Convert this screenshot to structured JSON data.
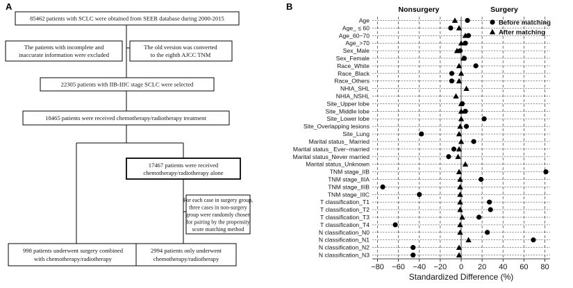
{
  "panel_a": {
    "label": "A",
    "boxes": {
      "total": "85462 patients with SCLC were obtained from SEER database during 2000-2015",
      "excluded": [
        "The patients with incomplete and",
        "inaccurate information were excluded"
      ],
      "converted": [
        "The old version was converted",
        "to the eighth AJCC TNM"
      ],
      "selected": "22305 patients with IIB-IIIC stage SCLC were selected",
      "chemo": "18465 patients were received chemotherapy/radiotherapy treatment",
      "alone": [
        "17467 patients were received",
        "chemotherapy/radiotherapy alone"
      ],
      "matching": [
        "For each case in surgery group,",
        "three cases in non-surgery",
        "group were randomly chosen",
        "for pairing by the propensity",
        "score matching method"
      ],
      "surgery": [
        "998 patients underwent surgery combined",
        "with chemotherapy/radiotherapy"
      ],
      "nonsurgery": [
        "2994 patients only underwent",
        "chemotherapy/radiotherapy"
      ]
    }
  },
  "panel_b": {
    "label": "B",
    "header_left": "Nonsurgery",
    "header_right": "Surgery"
  },
  "chart_data": {
    "type": "scatter",
    "xlabel": "Standardized Difference (%)",
    "xlim": [
      -85,
      85
    ],
    "xticks": [
      -80,
      -60,
      -40,
      -20,
      0,
      20,
      40,
      60,
      80
    ],
    "xtick_labels": [
      "−80",
      "−60",
      "−40",
      "−20",
      "0",
      "20",
      "40",
      "60",
      "80"
    ],
    "grid": true,
    "legend_position": "top-right",
    "categories": [
      "Age",
      "Age_ ≤ 60",
      "Age_60~70",
      "Age_>70",
      "Sex_Male",
      "Sex_Female",
      "Race_White",
      "Race_Black",
      "Race_Others",
      "NHIA_SHL",
      "NHIA_NSHL",
      "Site_Upper lobe",
      "Site_Middle lobe",
      "Site_Lower lobe",
      "Site_Overlapping lesions",
      "Site_Lung",
      "Marital status_ Married",
      "Marital status_ Ever−married",
      "Marital status_Never married",
      "Marital status_Unknown",
      "TNM stage_IIB",
      "TNM stage_IIIA",
      "TNM stage_IIIB",
      "TNM stage_IIIC",
      "T classification_T1",
      "T classification_T2",
      "T classification_T3",
      "T classification_T4",
      "N classification_N0",
      "N classification_N1",
      "N classification_N2",
      "N classification_N3"
    ],
    "series": [
      {
        "name": "Before matching",
        "marker": "circle",
        "color": "#000000",
        "values": [
          6,
          -10,
          7,
          4,
          -1,
          3,
          14,
          -9,
          -9,
          null,
          null,
          1,
          4,
          22,
          5,
          -38,
          12,
          -7,
          -12,
          null,
          81,
          19,
          -75,
          -40,
          27,
          28,
          17,
          -63,
          25,
          69,
          -46,
          -46
        ]
      },
      {
        "name": "After matching",
        "marker": "triangle",
        "color": "#000000",
        "values": [
          -6,
          -2,
          4,
          0,
          -4,
          2,
          -2,
          0,
          -2,
          5,
          -5,
          0,
          0,
          0,
          -1,
          -2,
          0,
          -2,
          -3,
          4,
          -2,
          -1,
          -1,
          -1,
          -1,
          -1,
          1,
          -1,
          -1,
          7,
          -2,
          -2
        ]
      }
    ]
  }
}
